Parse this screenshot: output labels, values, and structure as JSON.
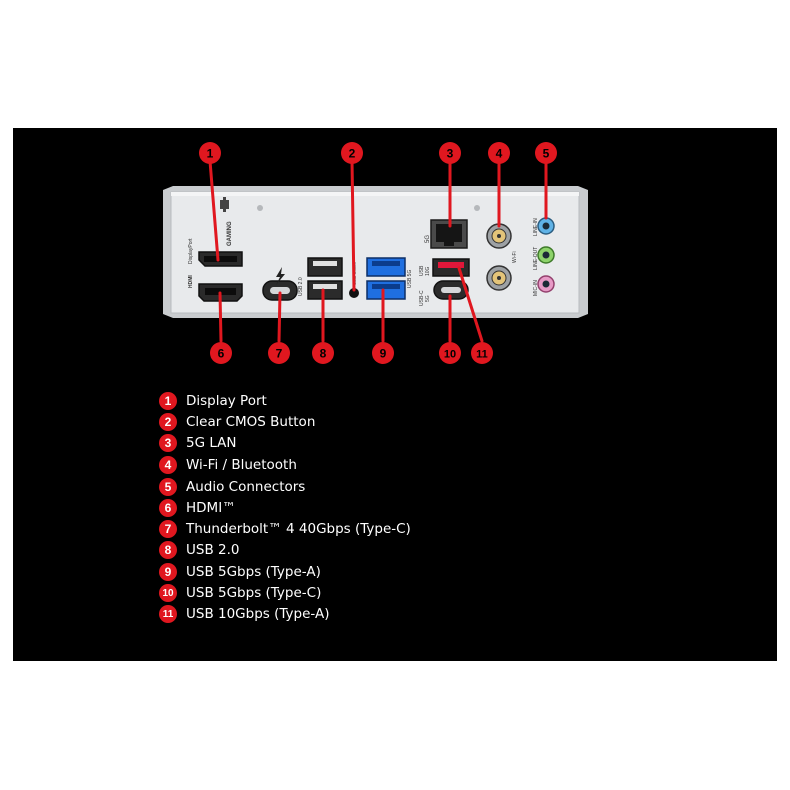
{
  "colors": {
    "background": "#000000",
    "callout_red": "#e0171f",
    "plate": "#e6e8ea",
    "usb_blue": "#1f6fe0",
    "usb_red": "#e0173a",
    "audio_blue": "#5fb2e6",
    "audio_green": "#8dd36a",
    "audio_pink": "#e79ac6"
  },
  "callouts_top": [
    "1",
    "2",
    "3",
    "4",
    "5"
  ],
  "callouts_bottom": [
    "6",
    "7",
    "8",
    "9",
    "10",
    "11"
  ],
  "plate_labels": {
    "gaming": "GAMING",
    "displayport": "DisplayPort",
    "hdmi": "HDMI",
    "usb20": "USB 2.0",
    "clear_cmos": "Clear CMOS",
    "usb5g": "USB 5G",
    "lan": "5G",
    "usb10g_a": "USB",
    "usb10g_b": "10G",
    "usbc5g_a": "USB-C",
    "usbc5g_b": "5G",
    "wifi": "Wi-Fi",
    "line_in": "LINE-IN",
    "line_out": "LINE-OUT",
    "mic_in": "MIC-IN"
  },
  "legend": [
    {
      "num": "1",
      "text": "Display Port"
    },
    {
      "num": "2",
      "text": "Clear CMOS Button"
    },
    {
      "num": "3",
      "text": "5G LAN"
    },
    {
      "num": "4",
      "text": "Wi-Fi / Bluetooth"
    },
    {
      "num": "5",
      "text": "Audio Connectors"
    },
    {
      "num": "6",
      "text": "HDMI™"
    },
    {
      "num": "7",
      "text": "Thunderbolt™ 4 40Gbps (Type-C)"
    },
    {
      "num": "8",
      "text": "USB 2.0"
    },
    {
      "num": "9",
      "text": "USB 5Gbps (Type-A)"
    },
    {
      "num": "10",
      "text": "USB 5Gbps (Type-C)"
    },
    {
      "num": "11",
      "text": "USB 10Gbps (Type-A)"
    }
  ]
}
